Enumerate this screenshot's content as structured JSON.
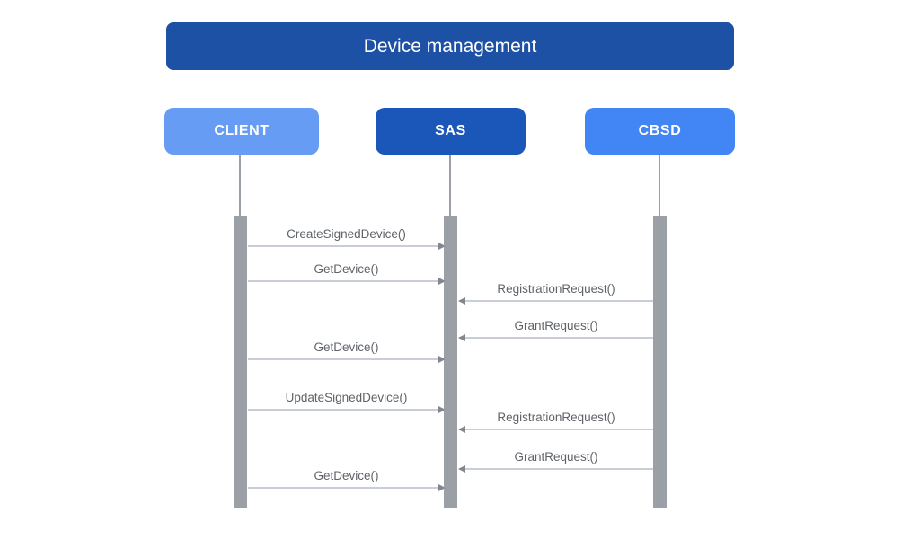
{
  "diagram": {
    "title": "Device management",
    "type": "sequence-diagram"
  },
  "actors": [
    {
      "id": "client",
      "label": "CLIENT",
      "color": "#669CF4"
    },
    {
      "id": "sas",
      "label": "SAS",
      "color": "#1A57B8"
    },
    {
      "id": "cbsd",
      "label": "CBSD",
      "color": "#4285F4"
    }
  ],
  "messages": [
    {
      "label": "CreateSignedDevice()",
      "from": "CLIENT",
      "to": "SAS",
      "direction": "right"
    },
    {
      "label": "GetDevice()",
      "from": "CLIENT",
      "to": "SAS",
      "direction": "right"
    },
    {
      "label": "RegistrationRequest()",
      "from": "CBSD",
      "to": "SAS",
      "direction": "left"
    },
    {
      "label": "GrantRequest()",
      "from": "CBSD",
      "to": "SAS",
      "direction": "left"
    },
    {
      "label": "GetDevice()",
      "from": "CLIENT",
      "to": "SAS",
      "direction": "right"
    },
    {
      "label": "UpdateSignedDevice()",
      "from": "CLIENT",
      "to": "SAS",
      "direction": "right"
    },
    {
      "label": "RegistrationRequest()",
      "from": "CBSD",
      "to": "SAS",
      "direction": "left"
    },
    {
      "label": "GrantRequest()",
      "from": "CBSD",
      "to": "SAS",
      "direction": "left"
    },
    {
      "label": "GetDevice()",
      "from": "CLIENT",
      "to": "SAS",
      "direction": "right"
    }
  ],
  "palette": {
    "title_bg": "#1D51A5",
    "client_bg": "#669CF4",
    "sas_bg": "#1A57B8",
    "cbsd_bg": "#4285F4",
    "lifeline": "#9AA0A6",
    "activation_bar": "#9AA0A6",
    "arrow_line": "#C9CED6",
    "arrow_head": "#82878F",
    "message_text": "#5F6368",
    "background": "#FFFFFF"
  }
}
